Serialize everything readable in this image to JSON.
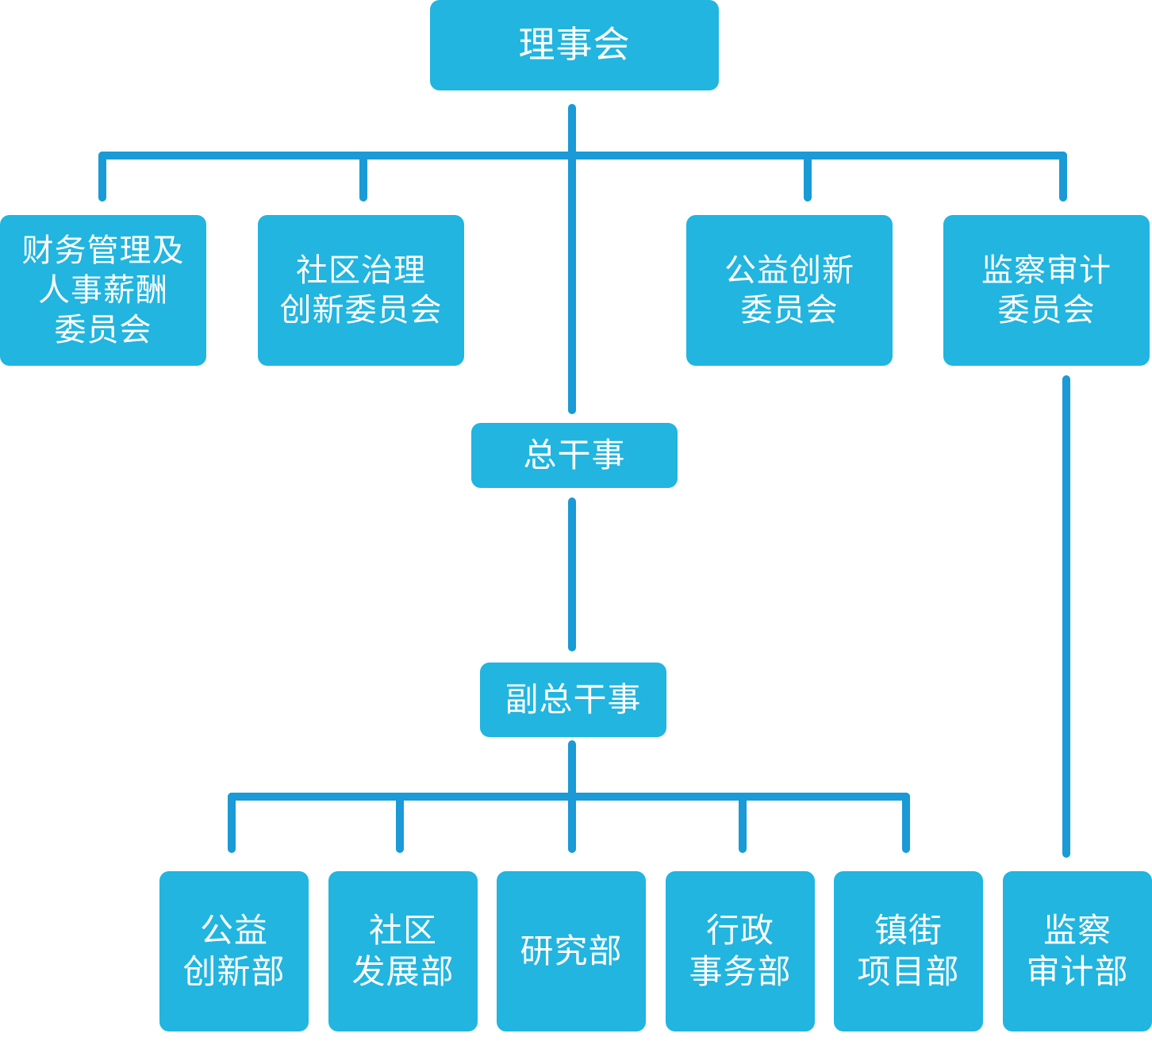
{
  "colors": {
    "box": "#21b5e0",
    "line": "#1a9ad6",
    "text": "#ffffff"
  },
  "board": {
    "label": "理事会"
  },
  "committees": [
    {
      "lines": [
        "财务管理及",
        "人事薪酬",
        "委员会"
      ]
    },
    {
      "lines": [
        "社区治理",
        "创新委员会"
      ]
    },
    {
      "lines": [
        "公益创新",
        "委员会"
      ]
    },
    {
      "lines": [
        "监察审计",
        "委员会"
      ]
    }
  ],
  "secretary_general": {
    "label": "总干事"
  },
  "deputy_secretary_general": {
    "label": "副总干事"
  },
  "departments": [
    {
      "lines": [
        "公益",
        "创新部"
      ]
    },
    {
      "lines": [
        "社区",
        "发展部"
      ]
    },
    {
      "lines": [
        "研究部"
      ]
    },
    {
      "lines": [
        "行政",
        "事务部"
      ]
    },
    {
      "lines": [
        "镇街",
        "项目部"
      ]
    }
  ],
  "audit_department": {
    "lines": [
      "监察",
      "审计部"
    ]
  }
}
